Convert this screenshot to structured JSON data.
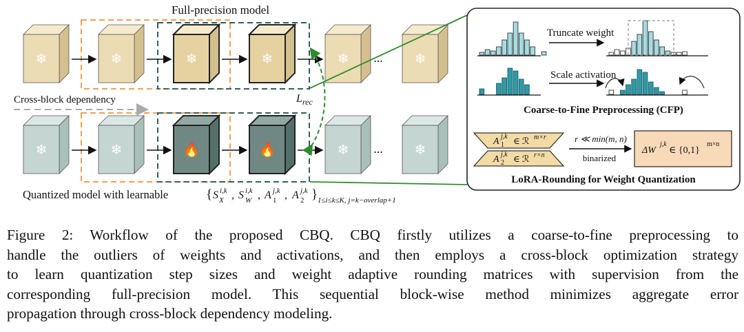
{
  "figure": {
    "full_precision_label": "Full-precision model",
    "cross_block_label": "Cross-block dependency",
    "loss_label": "L",
    "loss_sub": "rec",
    "ellipsis": "...",
    "quantized_prefix": "Quantized model with learnable",
    "quantized_params_main": "{S",
    "quantized_params_full": "{S_X^{i,k}, S_W^{i,k}, A_1^{j,k}, A_2^{j,k}}_{1≤i≤k≤K, j=k−overlap+1}",
    "snowflake": "❄",
    "fire": "🔥",
    "cfp_panel": {
      "truncate_label": "Truncate weight",
      "scale_label": "Scale activation",
      "cfp_title": "Coarse-to-Fine Preprocessing (CFP)",
      "a1": "A",
      "a1_sup": "j,k",
      "a1_sub": "1",
      "a1_rest": "∈ ℛ",
      "a1_dim": "m×r",
      "a2": "A",
      "a2_sup": "j,k",
      "a2_sub": "2",
      "a2_rest": "∈ ℛ",
      "a2_dim": "r×n",
      "condition": "r ≪ min(m, n)",
      "binarized": "binarized",
      "delta_w": "ΔW",
      "delta_sup": "j,k",
      "delta_rest": "∈ {0,1}",
      "delta_dim": "m×n",
      "lora_title": "LoRA-Rounding for Weight Quantization"
    }
  },
  "caption": {
    "lines": [
      "Figure 2:  Workflow of the proposed CBQ. CBQ firstly utilizes a coarse-to-fine preprocessing to",
      "handle the outliers of weights and activations, and then employs a cross-block optimization strategy",
      "to learn quantization step sizes and weight adaptive rounding matrices with supervision from the",
      "corresponding full-precision model. This sequential block-wise method minimizes aggregate error",
      "propagation through cross-block dependency modeling."
    ]
  },
  "colors": {
    "tan_front": "#ecdcb4",
    "tan_top": "#f5ebcc",
    "tan_side": "#d4c08e",
    "tan_dark_front": "#e6d2a0",
    "gray_front": "#c5d6d2",
    "gray_top": "#dbe7e4",
    "gray_side": "#a9bfba",
    "gray_dark_front": "#6f8883",
    "gray_dark_top": "#92a8a3",
    "gray_dark_side": "#55706b",
    "orange_dash": "#f0a050",
    "teal_dash": "#2f5f63",
    "green": "#2e8b2e",
    "bar_light": "#a6dce3",
    "bar_dark": "#2e9aa6",
    "salmon": "#f8d9b8",
    "lora_fill": "#f3dba6"
  }
}
